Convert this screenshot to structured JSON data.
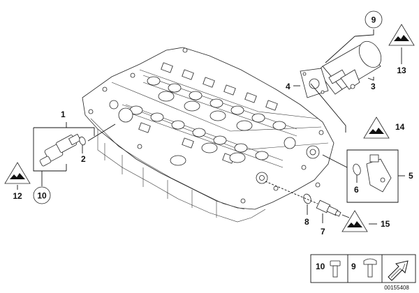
{
  "callouts": {
    "c1": "1",
    "c2": "2",
    "c3": "3",
    "c4": "4",
    "c5": "5",
    "c6": "6",
    "c7": "7",
    "c8": "8",
    "c9": "9",
    "c10": "10",
    "c12": "12",
    "c13": "13",
    "c14": "14",
    "c15": "15"
  },
  "legend": {
    "item_a": "10",
    "item_b": "9"
  },
  "diagram_number": "00155408",
  "colors": {
    "line": "#111111",
    "background": "#ffffff"
  },
  "icons": [
    "warning-triangle-icon",
    "arrow-icon",
    "bolt-icon",
    "screw-icon"
  ]
}
